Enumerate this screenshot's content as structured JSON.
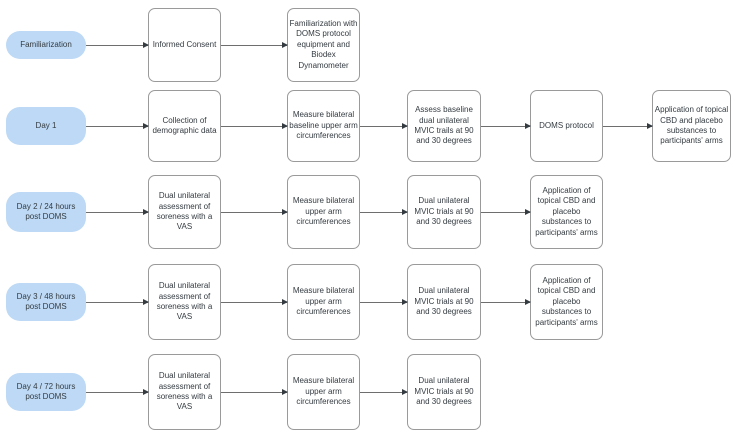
{
  "rows": [
    {
      "stage": "Familiarization",
      "steps": [
        "Informed Consent",
        "Familiarization with DOMS protocol equipment and Biodex Dynamometer"
      ]
    },
    {
      "stage": "Day 1",
      "steps": [
        "Collection of demographic data",
        "Measure bilateral baseline upper arm circumferences",
        "Assess baseline dual unilateral MVIC trails at 90 and 30 degrees",
        "DOMS protocol",
        "Application of topical CBD and placebo substances to participants' arms"
      ]
    },
    {
      "stage": "Day 2 / 24 hours post DOMS",
      "steps": [
        "Dual unilateral assessment of soreness with a VAS",
        "Measure bilateral upper arm circumferences",
        "Dual unilateral MVIC trials at 90 and 30 degrees",
        "Application of topical CBD and placebo substances to participants' arms"
      ]
    },
    {
      "stage": "Day 3 / 48 hours post DOMS",
      "steps": [
        "Dual unilateral assessment of soreness with a VAS",
        "Measure bilateral upper arm circumferences",
        "Dual unilateral MVIC trials at 90 and 30 degrees",
        "Application of topical CBD and placebo substances to participants' arms"
      ]
    },
    {
      "stage": "Day 4 / 72 hours post DOMS",
      "steps": [
        "Dual unilateral assessment of soreness with a VAS",
        "Measure bilateral upper arm circumferences",
        "Dual unilateral MVIC trials at 90 and 30 degrees"
      ]
    }
  ],
  "colors": {
    "pill_fill": "#bdd9f5",
    "box_border": "#9a9a9a",
    "text_color": "#343b41",
    "arrow_line": "#6e6e6e",
    "arrow_head": "#343b41"
  }
}
